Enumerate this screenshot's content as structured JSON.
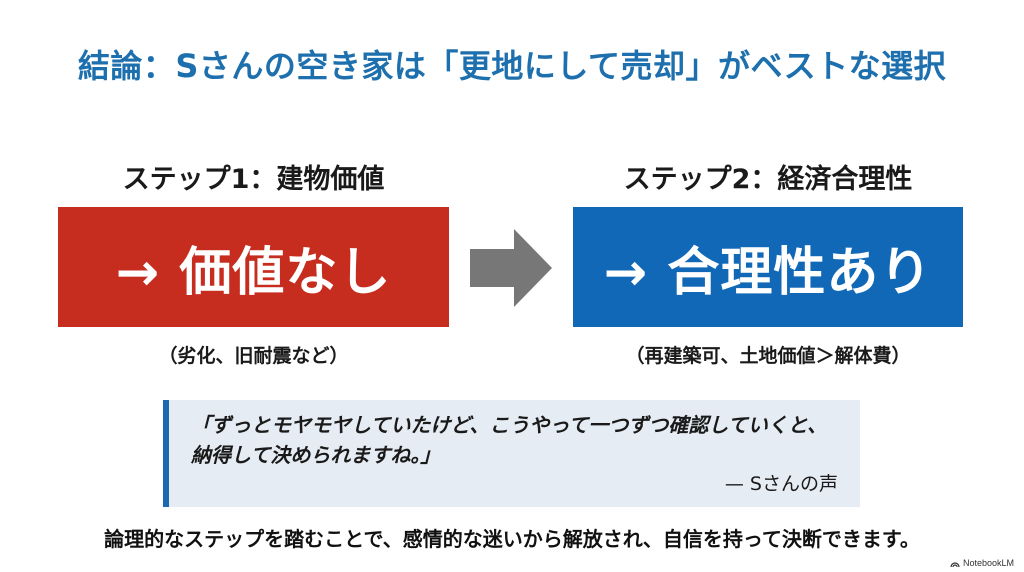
{
  "slide": {
    "title": "結論：Sさんの空き家は「更地にして売却」がベストな選択",
    "steps": [
      {
        "label": "ステップ1：建物価値",
        "result": "→ 価値なし",
        "note": "（劣化、旧耐震など）",
        "color": "#c62d1f"
      },
      {
        "label": "ステップ2：経済合理性",
        "result": "→ 合理性あり",
        "note": "（再建築可、土地価値＞解体費）",
        "color": "#1168b6"
      }
    ],
    "flow_arrow": {
      "icon": "right-arrow-icon",
      "color": "#777777"
    },
    "quote": {
      "text": "「ずっとモヤモヤしていたけど、こうやって一つずつ確認していくと、納得して決められますね。」",
      "attribution": "— Sさんの声",
      "accent_color": "#1a6aad",
      "background": "#e6ecf3"
    },
    "conclusion": "論理的なステップを踏むことで、感情的な迷いから解放され、自信を持って決断できます。",
    "watermark": {
      "icon": "notebooklm-logo-icon",
      "label": "NotebookLM"
    },
    "colors": {
      "title": "#1e6fae",
      "text": "#1a1a1a"
    }
  }
}
